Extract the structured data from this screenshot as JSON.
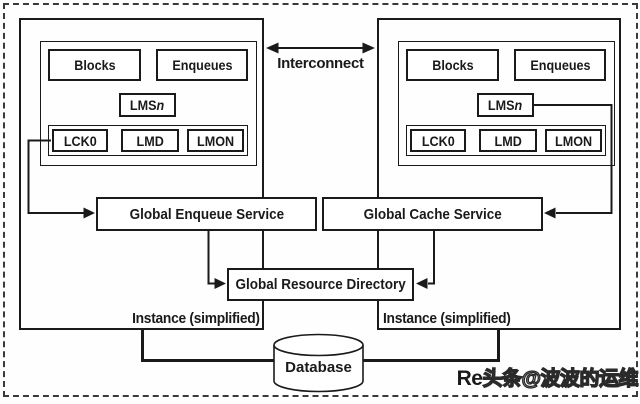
{
  "instances": [
    {
      "blocks": "Blocks",
      "enqueues": "Enqueues",
      "lms_prefix": "LMS",
      "lms_italic": "n",
      "lck0": "LCK0",
      "lmd": "LMD",
      "lmon": "LMON",
      "caption": "Instance (simplified)"
    },
    {
      "blocks": "Blocks",
      "enqueues": "Enqueues",
      "lms_prefix": "LMS",
      "lms_italic": "n",
      "lck0": "LCK0",
      "lmd": "LMD",
      "lmon": "LMON",
      "caption": "Instance (simplified)"
    }
  ],
  "interconnect": {
    "label": "Interconnect"
  },
  "services": {
    "global_enqueue_service": "Global Enqueue Service",
    "global_cache_service": "Global Cache Service",
    "global_resource_directory": "Global Resource Directory"
  },
  "database": {
    "label": "Database"
  },
  "watermark": {
    "prefix": "Re",
    "text": "头条@波波的运维"
  },
  "colors": {
    "ink": "#1a1a1a",
    "background": "#ffffff"
  }
}
